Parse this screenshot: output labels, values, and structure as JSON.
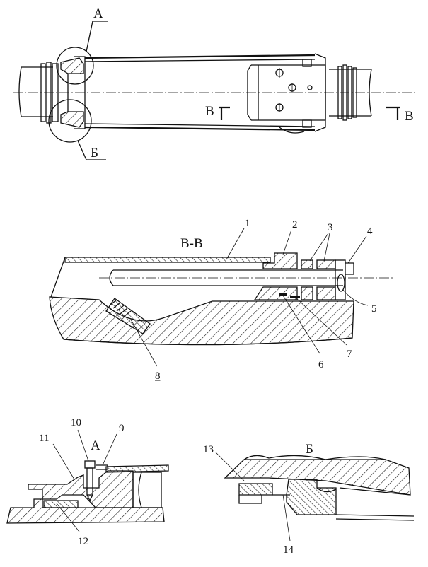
{
  "views": {
    "top": {
      "callout_a": "А",
      "callout_b": "Б",
      "section_left": "В",
      "section_right": "В"
    },
    "section": {
      "title": "В-В",
      "parts": [
        "1",
        "2",
        "3",
        "4",
        "5",
        "6",
        "7",
        "8"
      ]
    },
    "detail_a": {
      "title": "А",
      "parts": [
        "9",
        "10",
        "11",
        "12"
      ]
    },
    "detail_b": {
      "title": "Б",
      "parts": [
        "13",
        "14"
      ]
    }
  }
}
